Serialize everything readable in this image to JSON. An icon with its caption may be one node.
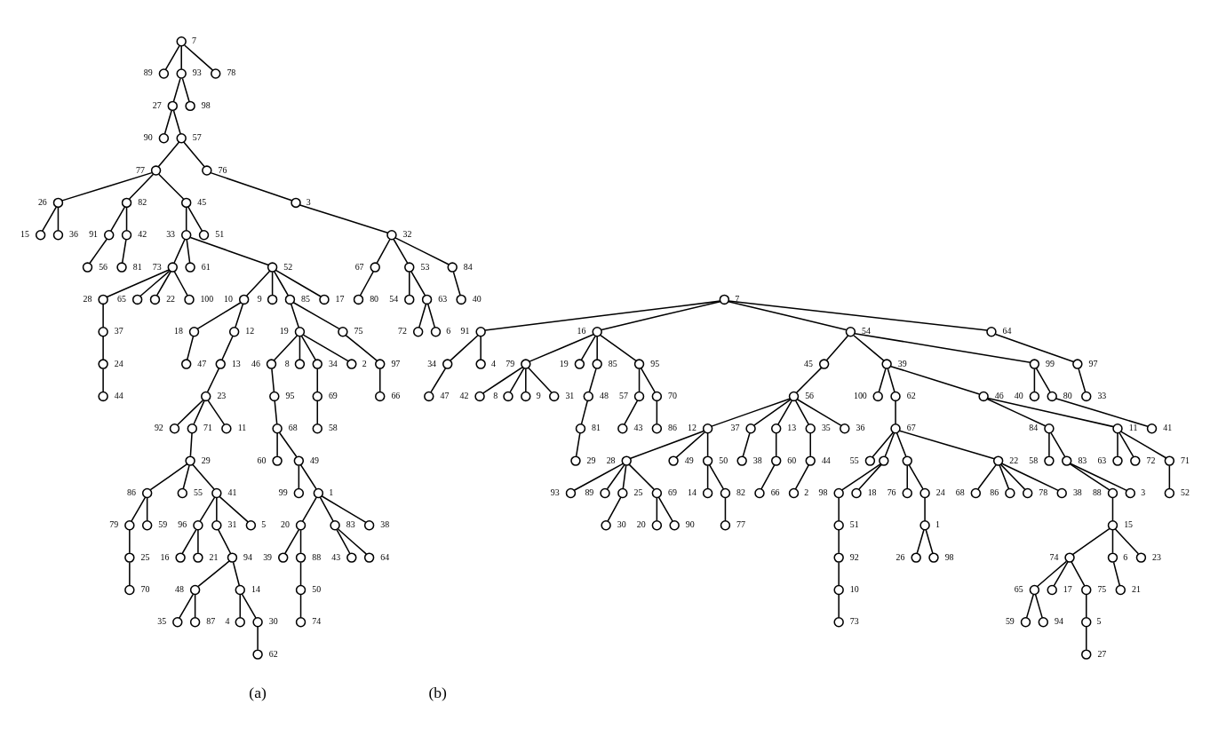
{
  "diagram": {
    "nodes": [
      {
        "text": [],
        "shape": "circle",
        "beside": [
          "7"
        ]
      },
      {
        "text": [],
        "shape": "circle",
        "beside": [
          "89"
        ]
      },
      {
        "text": [],
        "shape": "circle",
        "beside": [
          "93"
        ]
      },
      {
        "text": [],
        "shape": "circle",
        "beside": [
          "78"
        ]
      },
      {
        "text": [],
        "shape": "circle",
        "beside": [
          "27"
        ]
      },
      {
        "text": [],
        "shape": "circle",
        "beside": [
          "98"
        ]
      },
      {
        "text": [],
        "shape": "circle",
        "beside": [
          "90"
        ]
      },
      {
        "text": [],
        "shape": "circle",
        "beside": [
          "57"
        ]
      },
      {
        "text": [],
        "shape": "circle",
        "beside": [
          "77"
        ]
      },
      {
        "text": [],
        "shape": "circle",
        "beside": [
          "76"
        ]
      },
      {
        "text": [],
        "shape": "circle",
        "beside": [
          "26"
        ]
      },
      {
        "text": [],
        "shape": "circle",
        "beside": [
          "82"
        ]
      },
      {
        "text": [],
        "shape": "circle",
        "beside": [
          "45"
        ]
      },
      {
        "text": [],
        "shape": "circle",
        "beside": [
          "3"
        ]
      },
      {
        "text": [],
        "shape": "circle",
        "beside": [
          "15"
        ]
      },
      {
        "text": [],
        "shape": "circle",
        "beside": [
          "36"
        ]
      },
      {
        "text": [],
        "shape": "circle",
        "beside": [
          "91"
        ]
      },
      {
        "text": [],
        "shape": "circle",
        "beside": [
          "42"
        ]
      },
      {
        "text": [],
        "shape": "circle",
        "beside": [
          "33"
        ]
      },
      {
        "text": [],
        "shape": "circle",
        "beside": [
          "51"
        ]
      },
      {
        "text": [],
        "shape": "circle",
        "beside": [
          "32"
        ]
      },
      {
        "text": [],
        "shape": "circle",
        "beside": [
          "56"
        ]
      },
      {
        "text": [],
        "shape": "circle",
        "beside": [
          "81"
        ]
      },
      {
        "text": [],
        "shape": "circle",
        "beside": [
          "73"
        ]
      },
      {
        "text": [],
        "shape": "circle",
        "beside": [
          "61"
        ]
      },
      {
        "text": [],
        "shape": "circle",
        "beside": [
          "52"
        ]
      },
      {
        "text": [],
        "shape": "circle",
        "beside": [
          "67"
        ]
      },
      {
        "text": [],
        "shape": "circle",
        "beside": [
          "53"
        ]
      },
      {
        "text": [],
        "shape": "circle",
        "beside": [
          "84"
        ]
      },
      {
        "text": [],
        "shape": "circle",
        "beside": [
          "28"
        ]
      },
      {
        "text": [],
        "shape": "circle",
        "beside": [
          "65"
        ]
      },
      {
        "text": [],
        "shape": "circle",
        "beside": [
          "22"
        ]
      },
      {
        "text": [],
        "shape": "circle",
        "beside": [
          "100"
        ]
      },
      {
        "text": [],
        "shape": "circle",
        "beside": [
          "10"
        ]
      },
      {
        "text": [],
        "shape": "circle",
        "beside": [
          "9"
        ]
      },
      {
        "text": [],
        "shape": "circle",
        "beside": [
          "85"
        ]
      },
      {
        "text": [],
        "shape": "circle",
        "beside": [
          "17"
        ]
      },
      {
        "text": [],
        "shape": "circle",
        "beside": [
          "80"
        ]
      },
      {
        "text": [],
        "shape": "circle",
        "beside": [
          "54"
        ]
      },
      {
        "text": [],
        "shape": "circle",
        "beside": [
          "63"
        ]
      },
      {
        "text": [],
        "shape": "circle",
        "beside": [
          "40"
        ]
      },
      {
        "text": [],
        "shape": "circle",
        "beside": [
          "37"
        ]
      },
      {
        "text": [],
        "shape": "circle",
        "beside": [
          "18"
        ]
      },
      {
        "text": [],
        "shape": "circle",
        "beside": [
          "12"
        ]
      },
      {
        "text": [],
        "shape": "circle",
        "beside": [
          "19"
        ]
      },
      {
        "text": [],
        "shape": "circle",
        "beside": [
          "75"
        ]
      },
      {
        "text": [],
        "shape": "circle",
        "beside": [
          "72"
        ]
      },
      {
        "text": [],
        "shape": "circle",
        "beside": [
          "6"
        ]
      },
      {
        "text": [],
        "shape": "circle",
        "beside": [
          "24"
        ]
      },
      {
        "text": [],
        "shape": "circle",
        "beside": [
          "47"
        ]
      },
      {
        "text": [],
        "shape": "circle",
        "beside": [
          "13"
        ]
      },
      {
        "text": [],
        "shape": "circle",
        "beside": [
          "46"
        ]
      },
      {
        "text": [],
        "shape": "circle",
        "beside": [
          "8"
        ]
      },
      {
        "text": [],
        "shape": "circle",
        "beside": [
          "34"
        ]
      },
      {
        "text": [],
        "shape": "circle",
        "beside": [
          "2"
        ]
      },
      {
        "text": [],
        "shape": "circle",
        "beside": [
          "97"
        ]
      },
      {
        "text": [],
        "shape": "circle",
        "beside": [
          "44"
        ]
      },
      {
        "text": [],
        "shape": "circle",
        "beside": [
          "23"
        ]
      },
      {
        "text": [],
        "shape": "circle",
        "beside": [
          "95"
        ]
      },
      {
        "text": [],
        "shape": "circle",
        "beside": [
          "69"
        ]
      },
      {
        "text": [],
        "shape": "circle",
        "beside": [
          "66"
        ]
      },
      {
        "text": [],
        "shape": "circle",
        "beside": [
          "92"
        ]
      },
      {
        "text": [],
        "shape": "circle",
        "beside": [
          "71"
        ]
      },
      {
        "text": [],
        "shape": "circle",
        "beside": [
          "11"
        ]
      },
      {
        "text": [],
        "shape": "circle",
        "beside": [
          "68"
        ]
      },
      {
        "text": [],
        "shape": "circle",
        "beside": [
          "58"
        ]
      },
      {
        "text": [],
        "shape": "circle",
        "beside": [
          "29"
        ]
      },
      {
        "text": [],
        "shape": "circle",
        "beside": [
          "60"
        ]
      },
      {
        "text": [],
        "shape": "circle",
        "beside": [
          "49"
        ]
      },
      {
        "text": [],
        "shape": "circle",
        "beside": [
          "86"
        ]
      },
      {
        "text": [],
        "shape": "circle",
        "beside": [
          "55"
        ]
      },
      {
        "text": [],
        "shape": "circle",
        "beside": [
          "41"
        ]
      },
      {
        "text": [],
        "shape": "circle",
        "beside": [
          "99"
        ]
      },
      {
        "text": [],
        "shape": "circle",
        "beside": [
          "1"
        ]
      },
      {
        "text": [],
        "shape": "circle",
        "beside": [
          "79"
        ]
      },
      {
        "text": [],
        "shape": "circle",
        "beside": [
          "59"
        ]
      },
      {
        "text": [],
        "shape": "circle",
        "beside": [
          "96"
        ]
      },
      {
        "text": [],
        "shape": "circle",
        "beside": [
          "31"
        ]
      },
      {
        "text": [],
        "shape": "circle",
        "beside": [
          "5"
        ]
      },
      {
        "text": [],
        "shape": "circle",
        "beside": [
          "20"
        ]
      },
      {
        "text": [],
        "shape": "circle",
        "beside": [
          "83"
        ]
      },
      {
        "text": [],
        "shape": "circle",
        "beside": [
          "38"
        ]
      },
      {
        "text": [],
        "shape": "circle",
        "beside": [
          "25"
        ]
      },
      {
        "text": [],
        "shape": "circle",
        "beside": [
          "16"
        ]
      },
      {
        "text": [],
        "shape": "circle",
        "beside": [
          "21"
        ]
      },
      {
        "text": [],
        "shape": "circle",
        "beside": [
          "94"
        ]
      },
      {
        "text": [],
        "shape": "circle",
        "beside": [
          "39"
        ]
      },
      {
        "text": [],
        "shape": "circle",
        "beside": [
          "88"
        ]
      },
      {
        "text": [],
        "shape": "circle",
        "beside": [
          "43"
        ]
      },
      {
        "text": [],
        "shape": "circle",
        "beside": [
          "64"
        ]
      },
      {
        "text": [],
        "shape": "circle",
        "beside": [
          "70"
        ]
      },
      {
        "text": [],
        "shape": "circle",
        "beside": [
          "48"
        ]
      },
      {
        "text": [],
        "shape": "circle",
        "beside": [
          "14"
        ]
      },
      {
        "text": [],
        "shape": "circle",
        "beside": [
          "50"
        ]
      },
      {
        "text": [],
        "shape": "circle",
        "beside": [
          "35"
        ]
      },
      {
        "text": [],
        "shape": "circle",
        "beside": [
          "87"
        ]
      },
      {
        "text": [],
        "shape": "circle",
        "beside": [
          "4"
        ]
      },
      {
        "text": [],
        "shape": "circle",
        "beside": [
          "30"
        ]
      },
      {
        "text": [],
        "shape": "circle",
        "beside": [
          "74"
        ]
      },
      {
        "text": [],
        "shape": "circle",
        "beside": [
          "62"
        ]
      },
      {
        "text": [],
        "shape": "circle",
        "beside": [
          "7"
        ]
      },
      {
        "text": [],
        "shape": "circle",
        "beside": [
          "91"
        ]
      },
      {
        "text": [],
        "shape": "circle",
        "beside": [
          "16"
        ]
      },
      {
        "text": [],
        "shape": "circle",
        "beside": [
          "54"
        ]
      },
      {
        "text": [],
        "shape": "circle",
        "beside": [
          "64"
        ]
      },
      {
        "text": [],
        "shape": "circle",
        "beside": [
          "34"
        ]
      },
      {
        "text": [],
        "shape": "circle",
        "beside": [
          "4"
        ]
      },
      {
        "text": [],
        "shape": "circle",
        "beside": [
          "79"
        ]
      },
      {
        "text": [],
        "shape": "circle",
        "beside": [
          "19"
        ]
      },
      {
        "text": [],
        "shape": "circle",
        "beside": [
          "85"
        ]
      },
      {
        "text": [],
        "shape": "circle",
        "beside": [
          "95"
        ]
      },
      {
        "text": [],
        "shape": "circle",
        "beside": [
          "45"
        ]
      },
      {
        "text": [],
        "shape": "circle",
        "beside": [
          "39"
        ]
      },
      {
        "text": [],
        "shape": "circle",
        "beside": [
          "99"
        ]
      },
      {
        "text": [],
        "shape": "circle",
        "beside": [
          "97"
        ]
      },
      {
        "text": [],
        "shape": "circle",
        "beside": [
          "47"
        ]
      },
      {
        "text": [],
        "shape": "circle",
        "beside": [
          "42"
        ]
      },
      {
        "text": [],
        "shape": "circle",
        "beside": [
          "8"
        ]
      },
      {
        "text": [],
        "shape": "circle",
        "beside": [
          "9"
        ]
      },
      {
        "text": [],
        "shape": "circle",
        "beside": [
          "31"
        ]
      },
      {
        "text": [],
        "shape": "circle",
        "beside": [
          "48"
        ]
      },
      {
        "text": [],
        "shape": "circle",
        "beside": [
          "57"
        ]
      },
      {
        "text": [],
        "shape": "circle",
        "beside": [
          "70"
        ]
      },
      {
        "text": [],
        "shape": "circle",
        "beside": [
          "56"
        ]
      },
      {
        "text": [],
        "shape": "circle",
        "beside": [
          "100"
        ]
      },
      {
        "text": [],
        "shape": "circle",
        "beside": [
          "62"
        ]
      },
      {
        "text": [],
        "shape": "circle",
        "beside": [
          "46"
        ]
      },
      {
        "text": [],
        "shape": "circle",
        "beside": [
          "40"
        ]
      },
      {
        "text": [],
        "shape": "circle",
        "beside": [
          "80"
        ]
      },
      {
        "text": [],
        "shape": "circle",
        "beside": [
          "33"
        ]
      },
      {
        "text": [],
        "shape": "circle",
        "beside": [
          "81"
        ]
      },
      {
        "text": [],
        "shape": "circle",
        "beside": [
          "43"
        ]
      },
      {
        "text": [],
        "shape": "circle",
        "beside": [
          "86"
        ]
      },
      {
        "text": [],
        "shape": "circle",
        "beside": [
          "12"
        ]
      },
      {
        "text": [],
        "shape": "circle",
        "beside": [
          "37"
        ]
      },
      {
        "text": [],
        "shape": "circle",
        "beside": [
          "13"
        ]
      },
      {
        "text": [],
        "shape": "circle",
        "beside": [
          "35"
        ]
      },
      {
        "text": [],
        "shape": "circle",
        "beside": [
          "36"
        ]
      },
      {
        "text": [],
        "shape": "circle",
        "beside": [
          "67"
        ]
      },
      {
        "text": [],
        "shape": "circle",
        "beside": [
          "84"
        ]
      },
      {
        "text": [],
        "shape": "circle",
        "beside": [
          "11"
        ]
      },
      {
        "text": [],
        "shape": "circle",
        "beside": [
          "41"
        ]
      },
      {
        "text": [],
        "shape": "circle",
        "beside": [
          "29"
        ]
      },
      {
        "text": [],
        "shape": "circle",
        "beside": [
          "28"
        ]
      },
      {
        "text": [],
        "shape": "circle",
        "beside": [
          "49"
        ]
      },
      {
        "text": [],
        "shape": "circle",
        "beside": [
          "50"
        ]
      },
      {
        "text": [],
        "shape": "circle",
        "beside": [
          "38"
        ]
      },
      {
        "text": [],
        "shape": "circle",
        "beside": [
          "60"
        ]
      },
      {
        "text": [],
        "shape": "circle",
        "beside": [
          "44"
        ]
      },
      {
        "text": [],
        "shape": "circle",
        "beside": [
          "55"
        ]
      },
      {
        "text": [],
        "shape": "circle"
      },
      {
        "text": [],
        "shape": "circle"
      },
      {
        "text": [],
        "shape": "circle",
        "beside": [
          "22"
        ]
      },
      {
        "text": [],
        "shape": "circle",
        "beside": [
          "58"
        ]
      },
      {
        "text": [],
        "shape": "circle",
        "beside": [
          "83"
        ]
      },
      {
        "text": [],
        "shape": "circle",
        "beside": [
          "63"
        ]
      },
      {
        "text": [],
        "shape": "circle",
        "beside": [
          "72"
        ]
      },
      {
        "text": [],
        "shape": "circle",
        "beside": [
          "71"
        ]
      },
      {
        "text": [],
        "shape": "circle",
        "beside": [
          "93"
        ]
      },
      {
        "text": [],
        "shape": "circle",
        "beside": [
          "89"
        ]
      },
      {
        "text": [],
        "shape": "circle",
        "beside": [
          "25"
        ]
      },
      {
        "text": [],
        "shape": "circle",
        "beside": [
          "69"
        ]
      },
      {
        "text": [],
        "shape": "circle",
        "beside": [
          "14"
        ]
      },
      {
        "text": [],
        "shape": "circle",
        "beside": [
          "82"
        ]
      },
      {
        "text": [],
        "shape": "circle",
        "beside": [
          "66"
        ]
      },
      {
        "text": [],
        "shape": "circle",
        "beside": [
          "2"
        ]
      },
      {
        "text": [],
        "shape": "circle",
        "beside": [
          "98"
        ]
      },
      {
        "text": [],
        "shape": "circle",
        "beside": [
          "18"
        ]
      },
      {
        "text": [],
        "shape": "circle",
        "beside": [
          "76"
        ]
      },
      {
        "text": [],
        "shape": "circle",
        "beside": [
          "24"
        ]
      },
      {
        "text": [],
        "shape": "circle",
        "beside": [
          "68"
        ]
      },
      {
        "text": [],
        "shape": "circle",
        "beside": [
          "86"
        ]
      },
      {
        "text": [],
        "shape": "circle",
        "beside": [
          "78"
        ]
      },
      {
        "text": [],
        "shape": "circle",
        "beside": [
          "38"
        ]
      },
      {
        "text": [],
        "shape": "circle",
        "beside": [
          "88"
        ]
      },
      {
        "text": [],
        "shape": "circle",
        "beside": [
          "3"
        ]
      },
      {
        "text": [],
        "shape": "circle",
        "beside": [
          "52"
        ]
      },
      {
        "text": [],
        "shape": "circle",
        "beside": [
          "30"
        ]
      },
      {
        "text": [],
        "shape": "circle",
        "beside": [
          "20"
        ]
      },
      {
        "text": [],
        "shape": "circle",
        "beside": [
          "90"
        ]
      },
      {
        "text": [],
        "shape": "circle",
        "beside": [
          "77"
        ]
      },
      {
        "text": [],
        "shape": "circle",
        "beside": [
          "51"
        ]
      },
      {
        "text": [],
        "shape": "circle",
        "beside": [
          "1"
        ]
      },
      {
        "text": [],
        "shape": "circle",
        "beside": [
          "15"
        ]
      },
      {
        "text": [],
        "shape": "circle",
        "beside": [
          "92"
        ]
      },
      {
        "text": [],
        "shape": "circle",
        "beside": [
          "26"
        ]
      },
      {
        "text": [],
        "shape": "circle",
        "beside": [
          "98"
        ]
      },
      {
        "text": [],
        "shape": "circle",
        "beside": [
          "74"
        ]
      },
      {
        "text": [],
        "shape": "circle",
        "beside": [
          "6"
        ]
      },
      {
        "text": [],
        "shape": "circle",
        "beside": [
          "23"
        ]
      },
      {
        "text": [],
        "shape": "circle",
        "beside": [
          "10"
        ]
      },
      {
        "text": [],
        "shape": "circle",
        "beside": [
          "65"
        ]
      },
      {
        "text": [],
        "shape": "circle",
        "beside": [
          "17"
        ]
      },
      {
        "text": [],
        "shape": "circle",
        "beside": [
          "75"
        ]
      },
      {
        "text": [],
        "shape": "circle",
        "beside": [
          "21"
        ]
      },
      {
        "text": [],
        "shape": "circle",
        "beside": [
          "73"
        ]
      },
      {
        "text": [],
        "shape": "circle",
        "beside": [
          "59"
        ]
      },
      {
        "text": [],
        "shape": "circle",
        "beside": [
          "94"
        ]
      },
      {
        "text": [],
        "shape": "circle",
        "beside": [
          "5"
        ]
      },
      {
        "text": [],
        "shape": "circle",
        "beside": [
          "27"
        ]
      }
    ],
    "edges": [
      {
        "from": 0,
        "to": 1,
        "arrow": "none"
      },
      {
        "from": 0,
        "to": 2,
        "arrow": "none"
      },
      {
        "from": 0,
        "to": 3,
        "arrow": "none"
      },
      {
        "from": 2,
        "to": 4,
        "arrow": "none"
      },
      {
        "from": 2,
        "to": 5,
        "arrow": "none"
      },
      {
        "from": 4,
        "to": 6,
        "arrow": "none"
      },
      {
        "from": 4,
        "to": 7,
        "arrow": "none"
      },
      {
        "from": 7,
        "to": 8,
        "arrow": "none"
      },
      {
        "from": 7,
        "to": 9,
        "arrow": "none"
      },
      {
        "from": 8,
        "to": 10,
        "arrow": "none"
      },
      {
        "from": 8,
        "to": 11,
        "arrow": "none"
      },
      {
        "from": 8,
        "to": 12,
        "arrow": "none"
      },
      {
        "from": 9,
        "to": 13,
        "arrow": "none"
      },
      {
        "from": 10,
        "to": 14,
        "arrow": "none"
      },
      {
        "from": 10,
        "to": 15,
        "arrow": "none"
      },
      {
        "from": 11,
        "to": 16,
        "arrow": "none"
      },
      {
        "from": 11,
        "to": 17,
        "arrow": "none"
      },
      {
        "from": 12,
        "to": 18,
        "arrow": "none"
      },
      {
        "from": 12,
        "to": 19,
        "arrow": "none"
      },
      {
        "from": 13,
        "to": 20,
        "arrow": "none"
      },
      {
        "from": 16,
        "to": 21,
        "arrow": "none"
      },
      {
        "from": 17,
        "to": 22,
        "arrow": "none"
      },
      {
        "from": 18,
        "to": 23,
        "arrow": "none"
      },
      {
        "from": 18,
        "to": 24,
        "arrow": "none"
      },
      {
        "from": 18,
        "to": 25,
        "arrow": "none"
      },
      {
        "from": 20,
        "to": 26,
        "arrow": "none"
      },
      {
        "from": 20,
        "to": 27,
        "arrow": "none"
      },
      {
        "from": 20,
        "to": 28,
        "arrow": "none"
      },
      {
        "from": 23,
        "to": 29,
        "arrow": "none"
      },
      {
        "from": 23,
        "to": 30,
        "arrow": "none"
      },
      {
        "from": 23,
        "to": 31,
        "arrow": "none"
      },
      {
        "from": 23,
        "to": 32,
        "arrow": "none"
      },
      {
        "from": 25,
        "to": 33,
        "arrow": "none"
      },
      {
        "from": 25,
        "to": 34,
        "arrow": "none"
      },
      {
        "from": 25,
        "to": 35,
        "arrow": "none"
      },
      {
        "from": 25,
        "to": 36,
        "arrow": "none"
      },
      {
        "from": 26,
        "to": 37,
        "arrow": "none"
      },
      {
        "from": 27,
        "to": 38,
        "arrow": "none"
      },
      {
        "from": 27,
        "to": 39,
        "arrow": "none"
      },
      {
        "from": 28,
        "to": 40,
        "arrow": "none"
      },
      {
        "from": 29,
        "to": 41,
        "arrow": "none"
      },
      {
        "from": 33,
        "to": 42,
        "arrow": "none"
      },
      {
        "from": 33,
        "to": 43,
        "arrow": "none"
      },
      {
        "from": 35,
        "to": 44,
        "arrow": "none"
      },
      {
        "from": 35,
        "to": 45,
        "arrow": "none"
      },
      {
        "from": 39,
        "to": 46,
        "arrow": "none"
      },
      {
        "from": 39,
        "to": 47,
        "arrow": "none"
      },
      {
        "from": 41,
        "to": 48,
        "arrow": "none"
      },
      {
        "from": 42,
        "to": 49,
        "arrow": "none"
      },
      {
        "from": 43,
        "to": 50,
        "arrow": "none"
      },
      {
        "from": 44,
        "to": 51,
        "arrow": "none"
      },
      {
        "from": 44,
        "to": 52,
        "arrow": "none"
      },
      {
        "from": 44,
        "to": 53,
        "arrow": "none"
      },
      {
        "from": 44,
        "to": 54,
        "arrow": "none"
      },
      {
        "from": 45,
        "to": 55,
        "arrow": "none"
      },
      {
        "from": 48,
        "to": 56,
        "arrow": "none"
      },
      {
        "from": 50,
        "to": 57,
        "arrow": "none"
      },
      {
        "from": 51,
        "to": 58,
        "arrow": "none"
      },
      {
        "from": 53,
        "to": 59,
        "arrow": "none"
      },
      {
        "from": 55,
        "to": 60,
        "arrow": "none"
      },
      {
        "from": 57,
        "to": 61,
        "arrow": "none"
      },
      {
        "from": 57,
        "to": 62,
        "arrow": "none"
      },
      {
        "from": 57,
        "to": 63,
        "arrow": "none"
      },
      {
        "from": 58,
        "to": 64,
        "arrow": "none"
      },
      {
        "from": 59,
        "to": 65,
        "arrow": "none"
      },
      {
        "from": 62,
        "to": 66,
        "arrow": "none"
      },
      {
        "from": 64,
        "to": 67,
        "arrow": "none"
      },
      {
        "from": 64,
        "to": 68,
        "arrow": "none"
      },
      {
        "from": 66,
        "to": 69,
        "arrow": "none"
      },
      {
        "from": 66,
        "to": 70,
        "arrow": "none"
      },
      {
        "from": 66,
        "to": 71,
        "arrow": "none"
      },
      {
        "from": 68,
        "to": 72,
        "arrow": "none"
      },
      {
        "from": 68,
        "to": 73,
        "arrow": "none"
      },
      {
        "from": 69,
        "to": 74,
        "arrow": "none"
      },
      {
        "from": 69,
        "to": 75,
        "arrow": "none"
      },
      {
        "from": 71,
        "to": 76,
        "arrow": "none"
      },
      {
        "from": 71,
        "to": 77,
        "arrow": "none"
      },
      {
        "from": 71,
        "to": 78,
        "arrow": "none"
      },
      {
        "from": 73,
        "to": 79,
        "arrow": "none"
      },
      {
        "from": 73,
        "to": 80,
        "arrow": "none"
      },
      {
        "from": 73,
        "to": 81,
        "arrow": "none"
      },
      {
        "from": 74,
        "to": 82,
        "arrow": "none"
      },
      {
        "from": 76,
        "to": 83,
        "arrow": "none"
      },
      {
        "from": 76,
        "to": 84,
        "arrow": "none"
      },
      {
        "from": 77,
        "to": 85,
        "arrow": "none"
      },
      {
        "from": 79,
        "to": 86,
        "arrow": "none"
      },
      {
        "from": 79,
        "to": 87,
        "arrow": "none"
      },
      {
        "from": 80,
        "to": 88,
        "arrow": "none"
      },
      {
        "from": 80,
        "to": 89,
        "arrow": "none"
      },
      {
        "from": 82,
        "to": 90,
        "arrow": "none"
      },
      {
        "from": 85,
        "to": 91,
        "arrow": "none"
      },
      {
        "from": 85,
        "to": 92,
        "arrow": "none"
      },
      {
        "from": 87,
        "to": 93,
        "arrow": "none"
      },
      {
        "from": 91,
        "to": 94,
        "arrow": "none"
      },
      {
        "from": 91,
        "to": 95,
        "arrow": "none"
      },
      {
        "from": 92,
        "to": 96,
        "arrow": "none"
      },
      {
        "from": 92,
        "to": 97,
        "arrow": "none"
      },
      {
        "from": 93,
        "to": 98,
        "arrow": "none"
      },
      {
        "from": 97,
        "to": 99,
        "arrow": "none"
      },
      {
        "from": 100,
        "to": 101,
        "arrow": "none"
      },
      {
        "from": 100,
        "to": 102,
        "arrow": "none"
      },
      {
        "from": 100,
        "to": 103,
        "arrow": "none"
      },
      {
        "from": 100,
        "to": 104,
        "arrow": "none"
      },
      {
        "from": 101,
        "to": 105,
        "arrow": "none"
      },
      {
        "from": 101,
        "to": 106,
        "arrow": "none"
      },
      {
        "from": 102,
        "to": 107,
        "arrow": "none"
      },
      {
        "from": 102,
        "to": 108,
        "arrow": "none"
      },
      {
        "from": 102,
        "to": 109,
        "arrow": "none"
      },
      {
        "from": 102,
        "to": 110,
        "arrow": "none"
      },
      {
        "from": 103,
        "to": 111,
        "arrow": "none"
      },
      {
        "from": 103,
        "to": 112,
        "arrow": "none"
      },
      {
        "from": 103,
        "to": 113,
        "arrow": "none"
      },
      {
        "from": 104,
        "to": 114,
        "arrow": "none"
      },
      {
        "from": 105,
        "to": 115,
        "arrow": "none"
      },
      {
        "from": 107,
        "to": 116,
        "arrow": "none"
      },
      {
        "from": 107,
        "to": 117,
        "arrow": "none"
      },
      {
        "from": 107,
        "to": 118,
        "arrow": "none"
      },
      {
        "from": 107,
        "to": 119,
        "arrow": "none"
      },
      {
        "from": 109,
        "to": 120,
        "arrow": "none"
      },
      {
        "from": 110,
        "to": 121,
        "arrow": "none"
      },
      {
        "from": 110,
        "to": 122,
        "arrow": "none"
      },
      {
        "from": 111,
        "to": 123,
        "arrow": "none"
      },
      {
        "from": 112,
        "to": 124,
        "arrow": "none"
      },
      {
        "from": 112,
        "to": 125,
        "arrow": "none"
      },
      {
        "from": 112,
        "to": 126,
        "arrow": "none"
      },
      {
        "from": 113,
        "to": 127,
        "arrow": "none"
      },
      {
        "from": 113,
        "to": 128,
        "arrow": "none"
      },
      {
        "from": 114,
        "to": 129,
        "arrow": "none"
      },
      {
        "from": 120,
        "to": 130,
        "arrow": "none"
      },
      {
        "from": 121,
        "to": 131,
        "arrow": "none"
      },
      {
        "from": 122,
        "to": 132,
        "arrow": "none"
      },
      {
        "from": 123,
        "to": 133,
        "arrow": "none"
      },
      {
        "from": 123,
        "to": 134,
        "arrow": "none"
      },
      {
        "from": 123,
        "to": 135,
        "arrow": "none"
      },
      {
        "from": 123,
        "to": 136,
        "arrow": "none"
      },
      {
        "from": 123,
        "to": 137,
        "arrow": "none"
      },
      {
        "from": 125,
        "to": 138,
        "arrow": "none"
      },
      {
        "from": 126,
        "to": 139,
        "arrow": "none"
      },
      {
        "from": 126,
        "to": 140,
        "arrow": "none"
      },
      {
        "from": 128,
        "to": 141,
        "arrow": "none"
      },
      {
        "from": 130,
        "to": 142,
        "arrow": "none"
      },
      {
        "from": 133,
        "to": 143,
        "arrow": "none"
      },
      {
        "from": 133,
        "to": 144,
        "arrow": "none"
      },
      {
        "from": 133,
        "to": 145,
        "arrow": "none"
      },
      {
        "from": 134,
        "to": 146,
        "arrow": "none"
      },
      {
        "from": 135,
        "to": 147,
        "arrow": "none"
      },
      {
        "from": 136,
        "to": 148,
        "arrow": "none"
      },
      {
        "from": 138,
        "to": 149,
        "arrow": "none"
      },
      {
        "from": 138,
        "to": 150,
        "arrow": "none"
      },
      {
        "from": 138,
        "to": 151,
        "arrow": "none"
      },
      {
        "from": 138,
        "to": 152,
        "arrow": "none"
      },
      {
        "from": 139,
        "to": 153,
        "arrow": "none"
      },
      {
        "from": 139,
        "to": 154,
        "arrow": "none"
      },
      {
        "from": 140,
        "to": 155,
        "arrow": "none"
      },
      {
        "from": 140,
        "to": 156,
        "arrow": "none"
      },
      {
        "from": 140,
        "to": 157,
        "arrow": "none"
      },
      {
        "from": 143,
        "to": 158,
        "arrow": "none"
      },
      {
        "from": 143,
        "to": 159,
        "arrow": "none"
      },
      {
        "from": 143,
        "to": 160,
        "arrow": "none"
      },
      {
        "from": 143,
        "to": 161,
        "arrow": "none"
      },
      {
        "from": 145,
        "to": 162,
        "arrow": "none"
      },
      {
        "from": 145,
        "to": 163,
        "arrow": "none"
      },
      {
        "from": 147,
        "to": 164,
        "arrow": "none"
      },
      {
        "from": 148,
        "to": 165,
        "arrow": "none"
      },
      {
        "from": 150,
        "to": 166,
        "arrow": "none"
      },
      {
        "from": 150,
        "to": 167,
        "arrow": "none"
      },
      {
        "from": 151,
        "to": 168,
        "arrow": "none"
      },
      {
        "from": 151,
        "to": 169,
        "arrow": "none"
      },
      {
        "from": 152,
        "to": 170,
        "arrow": "none"
      },
      {
        "from": 152,
        "to": 171,
        "arrow": "none"
      },
      {
        "from": 152,
        "to": 172,
        "arrow": "none"
      },
      {
        "from": 152,
        "to": 173,
        "arrow": "none"
      },
      {
        "from": 154,
        "to": 174,
        "arrow": "none"
      },
      {
        "from": 154,
        "to": 175,
        "arrow": "none"
      },
      {
        "from": 157,
        "to": 176,
        "arrow": "none"
      },
      {
        "from": 160,
        "to": 177,
        "arrow": "none"
      },
      {
        "from": 161,
        "to": 178,
        "arrow": "none"
      },
      {
        "from": 161,
        "to": 179,
        "arrow": "none"
      },
      {
        "from": 163,
        "to": 180,
        "arrow": "none"
      },
      {
        "from": 166,
        "to": 181,
        "arrow": "none"
      },
      {
        "from": 169,
        "to": 182,
        "arrow": "none"
      },
      {
        "from": 174,
        "to": 183,
        "arrow": "none"
      },
      {
        "from": 181,
        "to": 184,
        "arrow": "none"
      },
      {
        "from": 182,
        "to": 185,
        "arrow": "none"
      },
      {
        "from": 182,
        "to": 186,
        "arrow": "none"
      },
      {
        "from": 183,
        "to": 187,
        "arrow": "none"
      },
      {
        "from": 183,
        "to": 188,
        "arrow": "none"
      },
      {
        "from": 183,
        "to": 189,
        "arrow": "none"
      },
      {
        "from": 184,
        "to": 190,
        "arrow": "none"
      },
      {
        "from": 187,
        "to": 191,
        "arrow": "none"
      },
      {
        "from": 187,
        "to": 192,
        "arrow": "none"
      },
      {
        "from": 187,
        "to": 193,
        "arrow": "none"
      },
      {
        "from": 188,
        "to": 194,
        "arrow": "none"
      },
      {
        "from": 190,
        "to": 195,
        "arrow": "none"
      },
      {
        "from": 191,
        "to": 196,
        "arrow": "none"
      },
      {
        "from": 191,
        "to": 197,
        "arrow": "none"
      },
      {
        "from": 193,
        "to": 198,
        "arrow": "none"
      },
      {
        "from": 198,
        "to": 199,
        "arrow": "none"
      }
    ],
    "labels": [
      "(a)",
      "(b)"
    ]
  }
}
